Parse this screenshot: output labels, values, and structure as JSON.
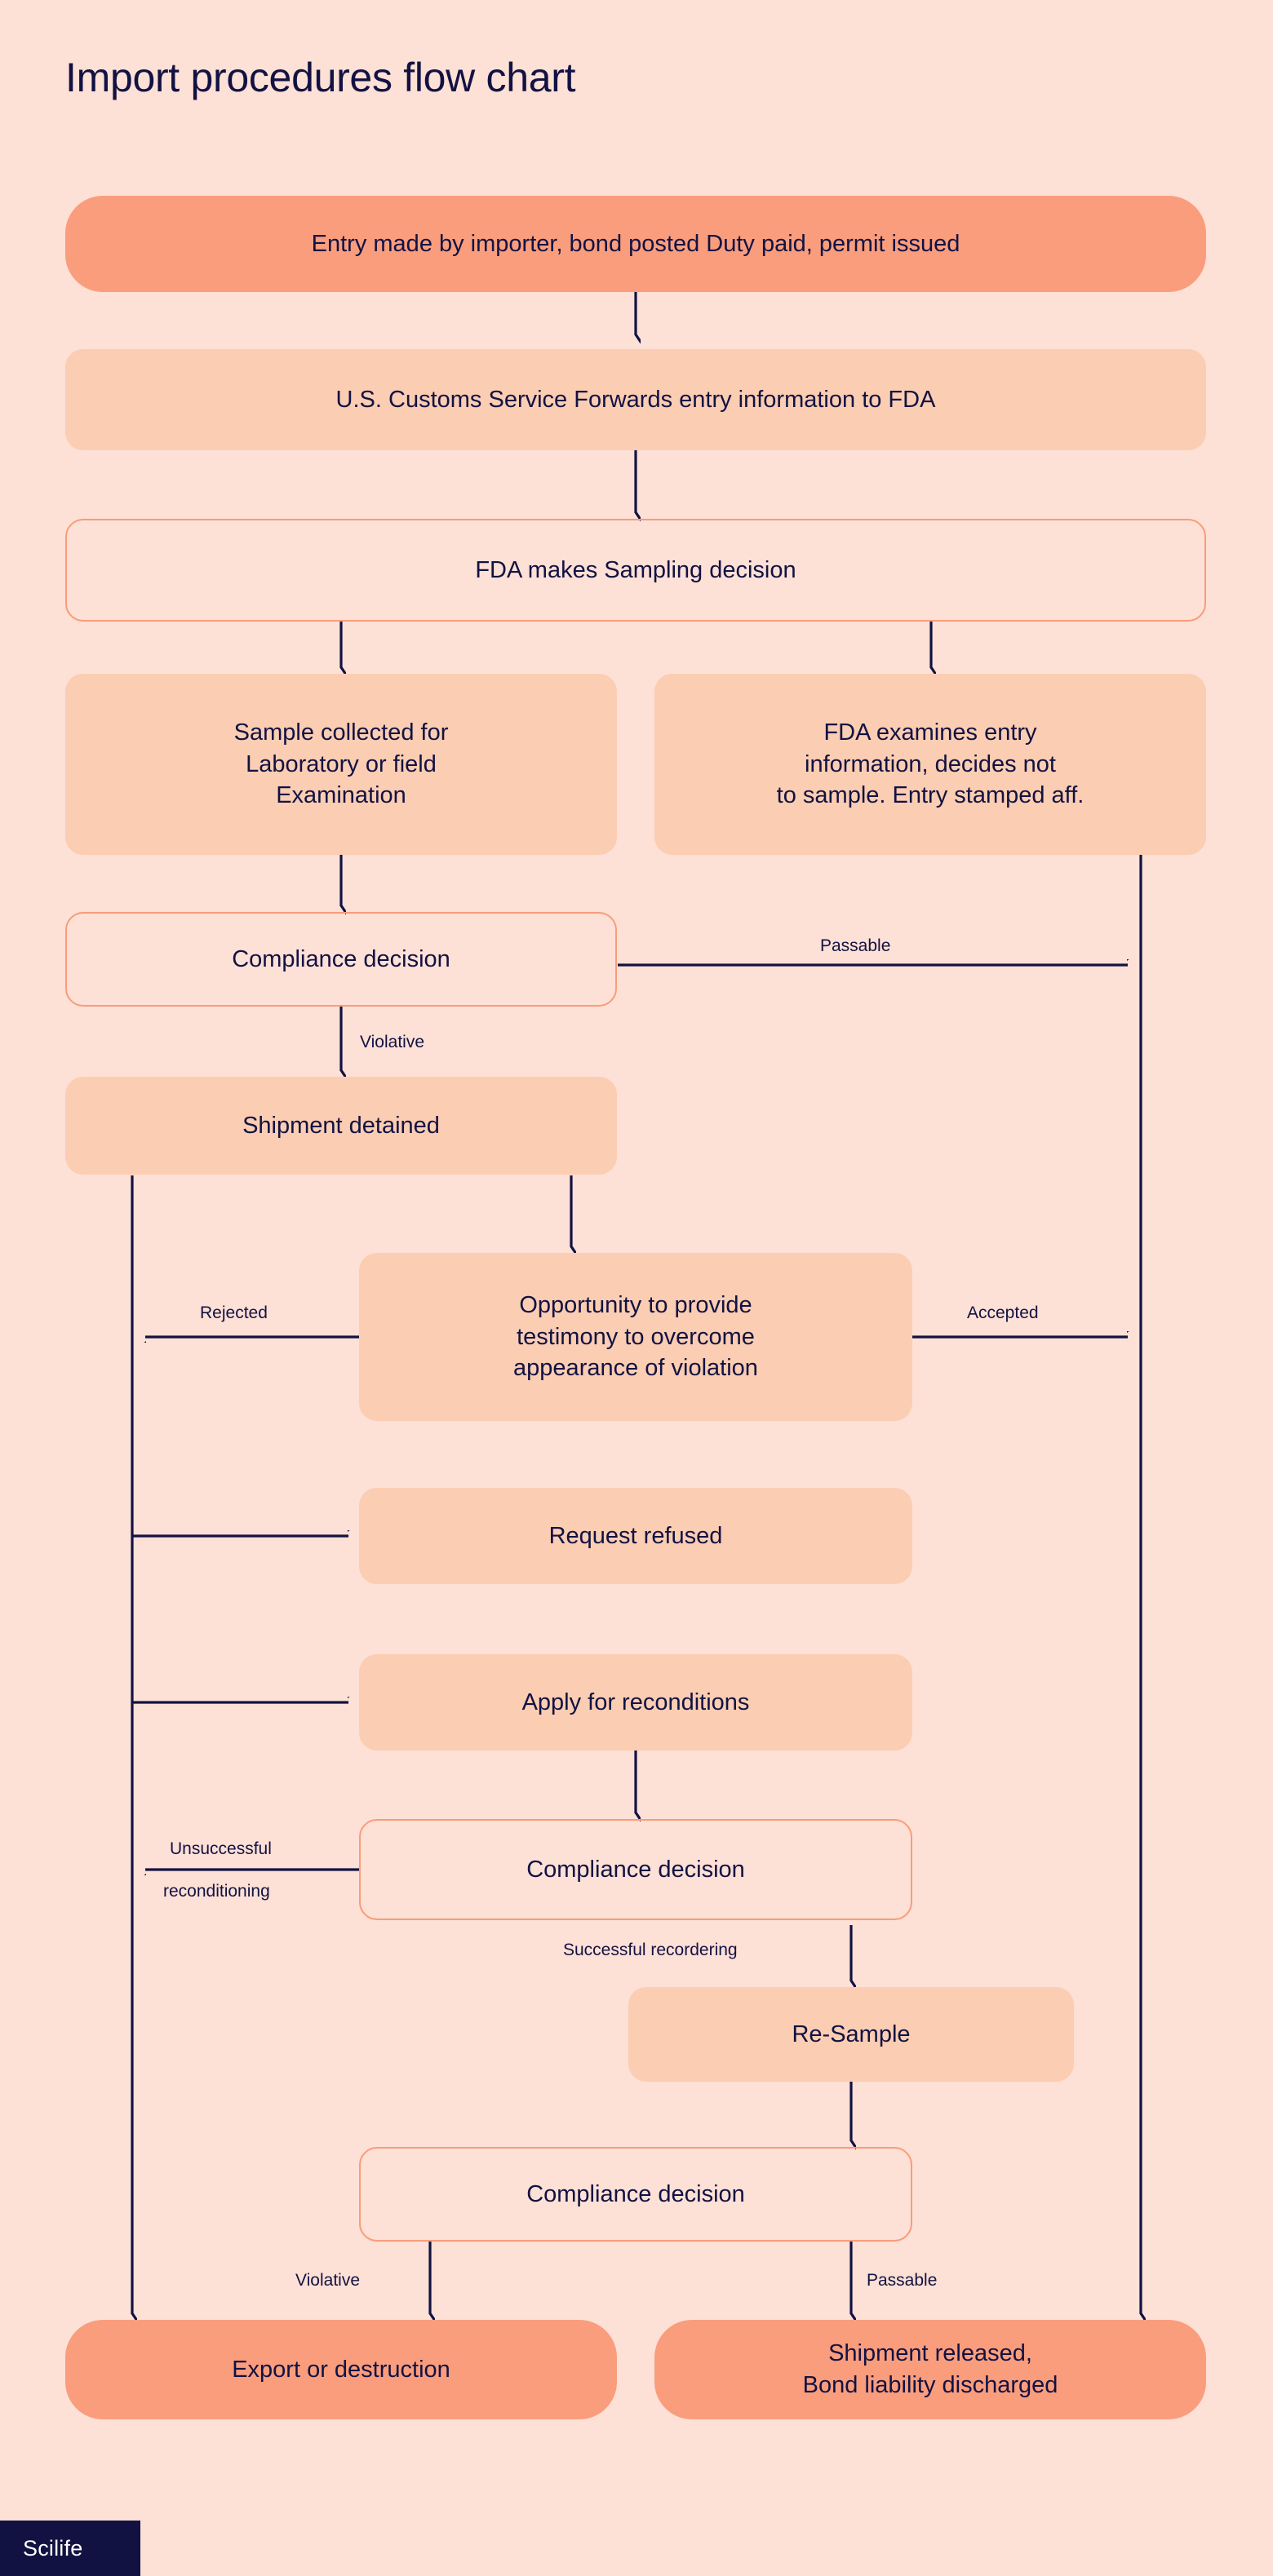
{
  "page": {
    "title": "Import procedures flow chart",
    "background_color": "#fde0d6",
    "text_color": "#121242",
    "terminal_color": "#fa9d7d",
    "process_color": "#fbcdb2",
    "decision_border_color": "#f79d7b",
    "connector_color": "#121242"
  },
  "brand": {
    "name": "Scilife",
    "badge_color": "#121242",
    "badge_text_color": "#ffffff"
  },
  "nodes": [
    {
      "id": "entry",
      "type": "terminal",
      "label": "Entry made by importer, bond posted Duty paid, permit issued"
    },
    {
      "id": "customs",
      "type": "process",
      "label": "U.S. Customs Service Forwards entry information to FDA"
    },
    {
      "id": "sampling",
      "type": "decision",
      "label": "FDA makes Sampling decision"
    },
    {
      "id": "sample_lab",
      "type": "process",
      "label": "Sample collected for Laboratory or field Examination"
    },
    {
      "id": "no_sample",
      "type": "process",
      "label": "FDA examines entry information, decides not to sample. Entry stamped aff."
    },
    {
      "id": "compliance_1",
      "type": "decision",
      "label": "Compliance decision"
    },
    {
      "id": "detained",
      "type": "process",
      "label": "Shipment detained"
    },
    {
      "id": "testimony",
      "type": "process",
      "label": "Opportunity to provide testimony to overcome appearance of violation"
    },
    {
      "id": "refused",
      "type": "process",
      "label": "Request refused"
    },
    {
      "id": "recondition",
      "type": "process",
      "label": "Apply for reconditions"
    },
    {
      "id": "compliance_2",
      "type": "decision",
      "label": "Compliance decision"
    },
    {
      "id": "resample",
      "type": "process",
      "label": "Re-Sample"
    },
    {
      "id": "compliance_3",
      "type": "decision",
      "label": "Compliance decision"
    },
    {
      "id": "export",
      "type": "terminal",
      "label": "Export or destruction"
    },
    {
      "id": "released",
      "type": "terminal",
      "label": "Shipment released, Bond liability discharged"
    }
  ],
  "node_lines": {
    "entry": [
      "Entry made by importer, bond posted Duty paid, permit issued"
    ],
    "customs": [
      "U.S. Customs Service Forwards entry information to FDA"
    ],
    "sampling": [
      "FDA makes Sampling decision"
    ],
    "sample_lab": [
      "Sample collected for",
      "Laboratory or field",
      "Examination"
    ],
    "no_sample": [
      "FDA examines entry",
      "information, decides not",
      "to sample. Entry stamped aff."
    ],
    "compliance_1": [
      "Compliance decision"
    ],
    "detained": [
      "Shipment detained"
    ],
    "testimony": [
      "Opportunity to provide",
      "testimony to overcome",
      "appearance of violation"
    ],
    "refused": [
      "Request refused"
    ],
    "recondition": [
      "Apply for reconditions"
    ],
    "compliance_2": [
      "Compliance decision"
    ],
    "resample": [
      "Re-Sample"
    ],
    "compliance_3": [
      "Compliance decision"
    ],
    "export": [
      "Export or destruction"
    ],
    "released": [
      "Shipment released,",
      "Bond liability discharged"
    ]
  },
  "edge_labels": {
    "passable_top": "Passable",
    "violative_top": "Violative",
    "rejected": "Rejected",
    "accepted": "Accepted",
    "unsuccessful_line1": "Unsuccessful",
    "unsuccessful_line2": "reconditioning",
    "successful": "Successful recordering",
    "violative_bottom": "Violative",
    "passable_bottom": "Passable"
  }
}
